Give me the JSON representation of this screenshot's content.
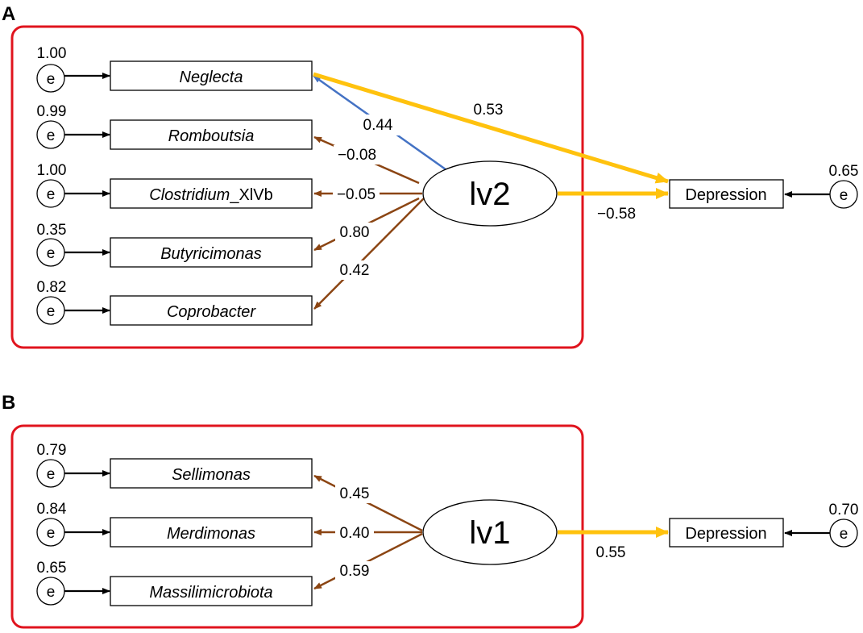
{
  "colors": {
    "panel_border": "#e0141e",
    "loading_arrow": "#8b4513",
    "path_arrow": "#ffc20e",
    "neglecta_arrow": "#4472c4",
    "error_arrow": "#000000"
  },
  "panels": [
    {
      "label": "A",
      "latent": "lv2",
      "indicators": [
        {
          "name": "Neglecta",
          "name_suffix": "",
          "error_variance": "1.00",
          "loading": "0.44",
          "loading_color": "blue"
        },
        {
          "name": "Romboutsia",
          "name_suffix": "",
          "error_variance": "0.99",
          "loading": "−0.08",
          "loading_color": "brown"
        },
        {
          "name": "Clostridium",
          "name_suffix": "_XlVb",
          "error_variance": "1.00",
          "loading": "−0.05",
          "loading_color": "brown"
        },
        {
          "name": "Butyricimonas",
          "name_suffix": "",
          "error_variance": "0.35",
          "loading": "0.80",
          "loading_color": "brown"
        },
        {
          "name": "Coprobacter",
          "name_suffix": "",
          "error_variance": "0.82",
          "loading": "0.42",
          "loading_color": "brown"
        }
      ],
      "outcome": {
        "label": "Depression",
        "error_variance": "0.65"
      },
      "latent_path": "−0.58",
      "direct_path": {
        "from": "Neglecta",
        "value": "0.53"
      }
    },
    {
      "label": "B",
      "latent": "lv1",
      "indicators": [
        {
          "name": "Sellimonas",
          "name_suffix": "",
          "error_variance": "0.79",
          "loading": "0.45",
          "loading_color": "brown"
        },
        {
          "name": "Merdimonas",
          "name_suffix": "",
          "error_variance": "0.84",
          "loading": "0.40",
          "loading_color": "brown"
        },
        {
          "name": "Massilimicrobiota",
          "name_suffix": "",
          "error_variance": "0.65",
          "loading": "0.59",
          "loading_color": "brown"
        }
      ],
      "outcome": {
        "label": "Depression",
        "error_variance": "0.70"
      },
      "latent_path": "0.55"
    }
  ],
  "error_symbol": "e"
}
